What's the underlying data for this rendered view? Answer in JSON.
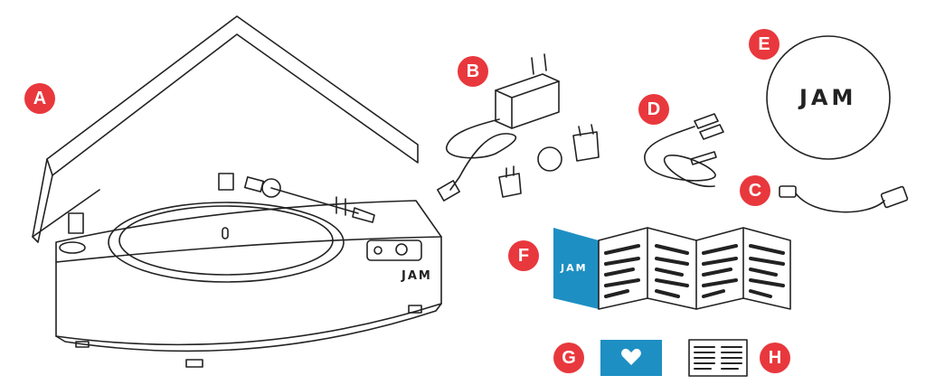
{
  "colors": {
    "badge": "#e8383d",
    "line": "#222222",
    "accent": "#1e8fc3",
    "white": "#ffffff"
  },
  "labels": {
    "a": "A",
    "b": "B",
    "c": "C",
    "d": "D",
    "e": "E",
    "f": "F",
    "g": "G",
    "h": "H"
  },
  "logos": {
    "turntable": "JAM",
    "mat": "JAM",
    "booklet": "JAM"
  },
  "icons": {
    "card": "heart-icon"
  }
}
